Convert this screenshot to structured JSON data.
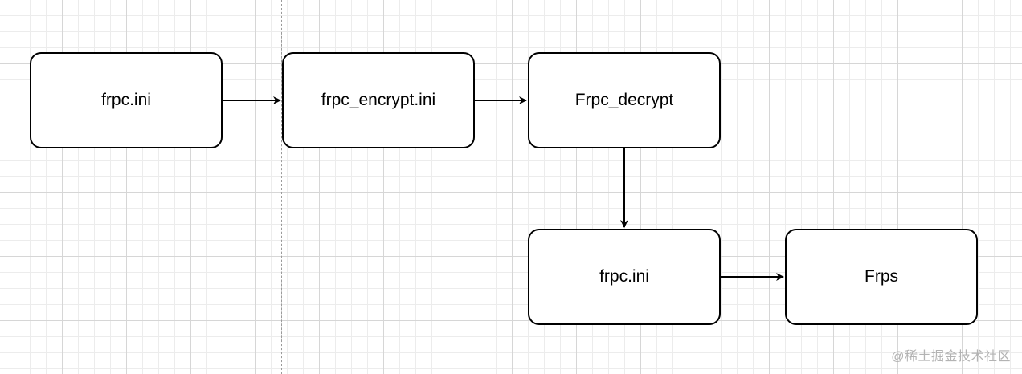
{
  "diagram": {
    "nodes": [
      {
        "id": "n1",
        "label": "frpc.ini"
      },
      {
        "id": "n2",
        "label": "frpc_encrypt.ini"
      },
      {
        "id": "n3",
        "label": "Frpc_decrypt"
      },
      {
        "id": "n4",
        "label": "frpc.ini"
      },
      {
        "id": "n5",
        "label": "Frps"
      }
    ],
    "edges": [
      {
        "from": "n1",
        "to": "n2"
      },
      {
        "from": "n2",
        "to": "n3"
      },
      {
        "from": "n3",
        "to": "n4"
      },
      {
        "from": "n4",
        "to": "n5"
      }
    ],
    "line_color": "#000000",
    "background_color": "#ffffff",
    "grid_color": "#d6d6d6"
  },
  "watermark": "@稀土掘金技术社区"
}
